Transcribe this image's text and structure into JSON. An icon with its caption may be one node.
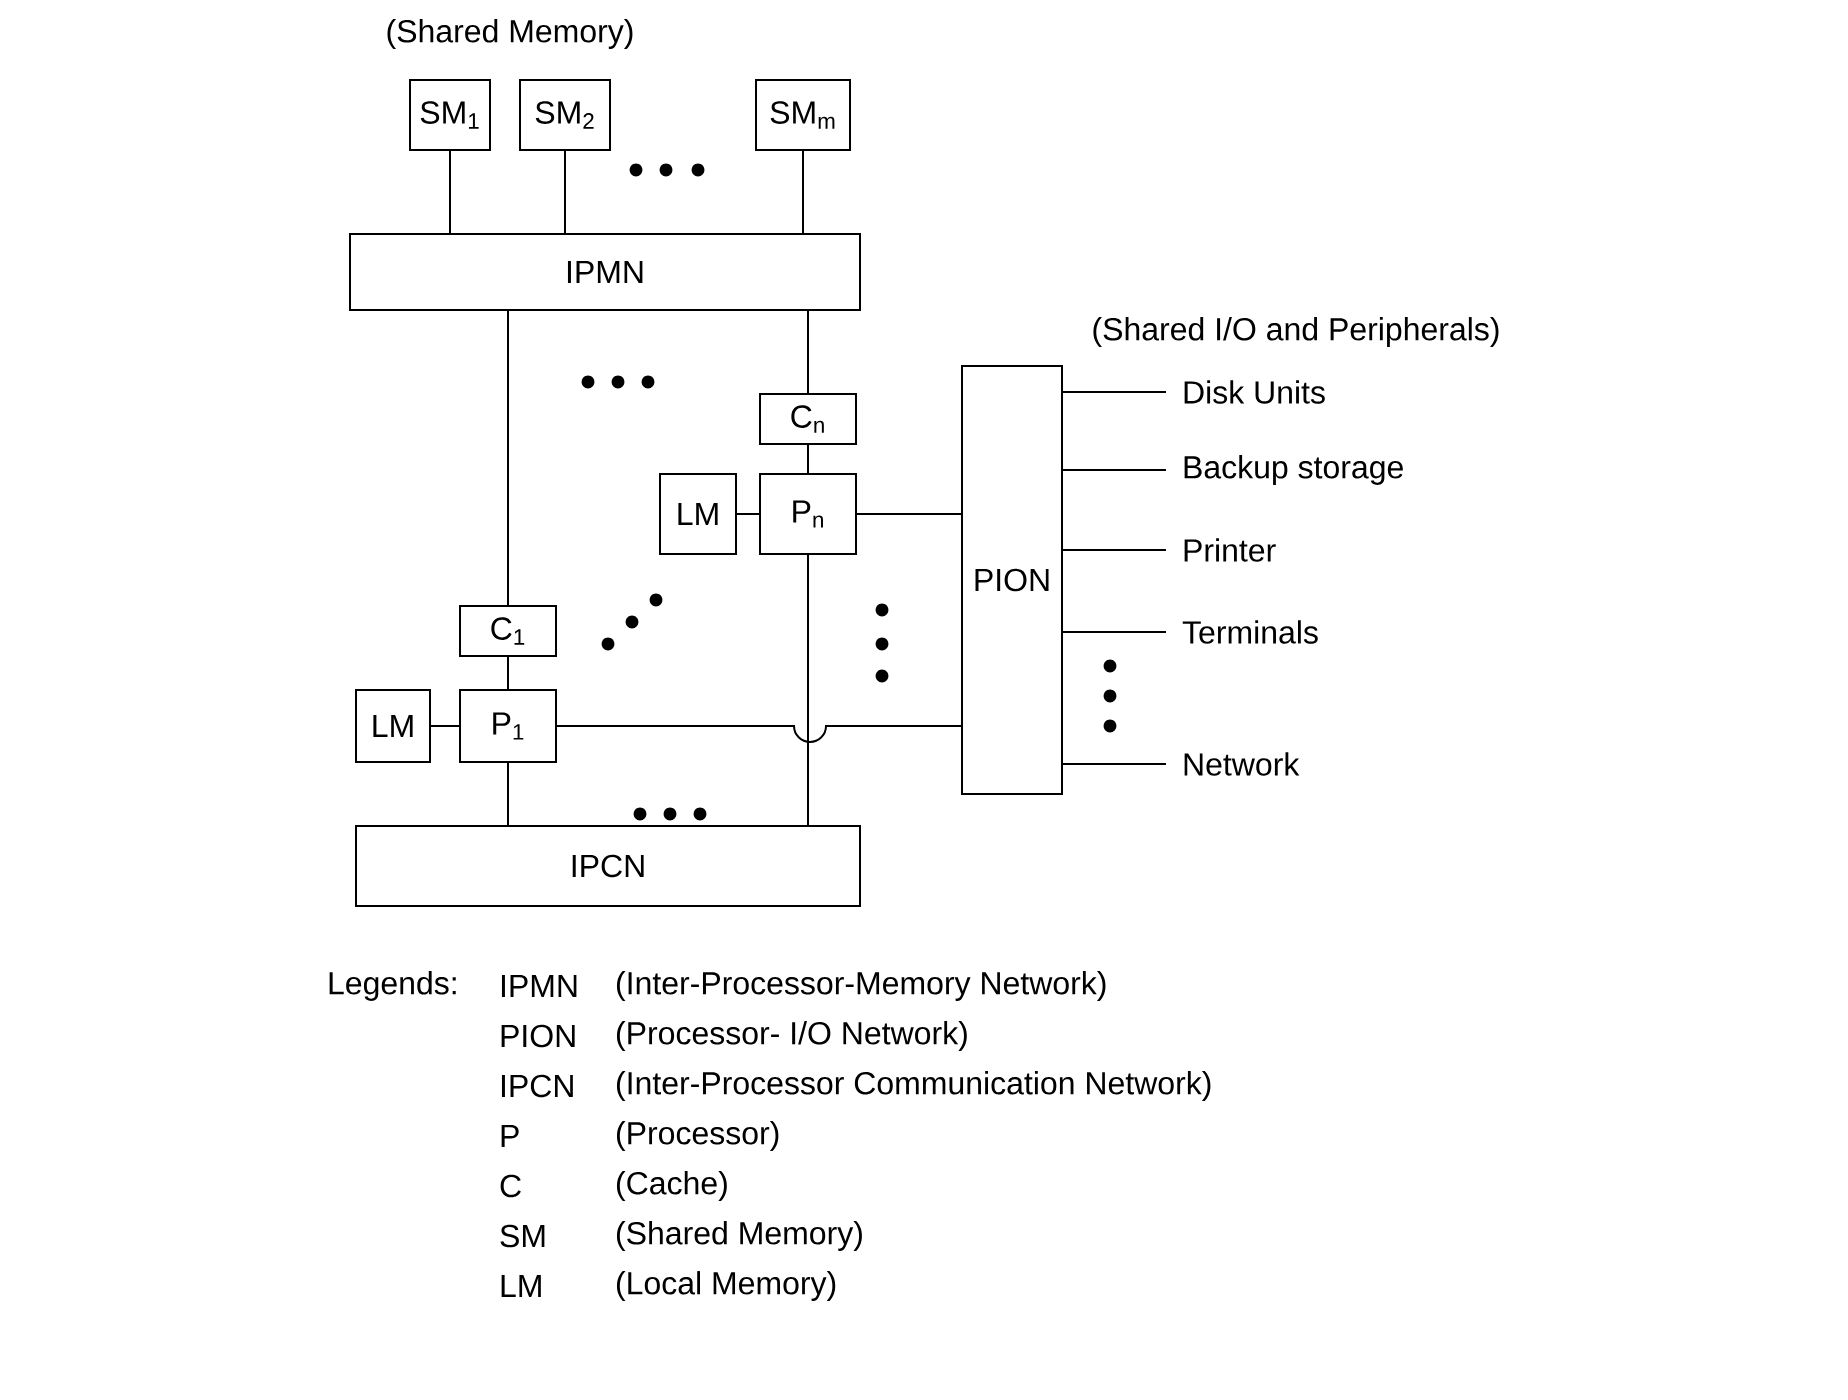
{
  "diagram": {
    "nodes": [
      {
        "text": [
          "SM$_{1}$"
        ]
      },
      {
        "text": [
          "SM$_{2}$"
        ]
      },
      {
        "text": [
          "SM$_{m}$"
        ]
      },
      {
        "text": [
          "IPMN"
        ]
      },
      {
        "text": [
          "C$_{n}$"
        ]
      },
      {
        "text": [
          "LM"
        ]
      },
      {
        "text": [
          "P$_{n}$"
        ]
      },
      {
        "text": [
          "C$_{1}$"
        ]
      },
      {
        "text": [
          "LM"
        ]
      },
      {
        "text": [
          "P$_{1}$"
        ]
      },
      {
        "text": [
          "IPCN"
        ]
      },
      {
        "text": [
          "PION"
        ]
      },
      {
        "text": [
          "Disk Units"
        ]
      },
      {
        "text": [
          "Backup storage"
        ]
      },
      {
        "text": [
          "Printer"
        ]
      },
      {
        "text": [
          "Terminals"
        ]
      },
      {
        "text": [
          "Network"
        ]
      }
    ],
    "edges": [
      {
        "from": 0,
        "to": 3,
        "arrow": "none"
      },
      {
        "from": 1,
        "to": 3,
        "arrow": "none"
      },
      {
        "from": 2,
        "to": 3,
        "arrow": "none"
      },
      {
        "from": 3,
        "to": 7,
        "arrow": "none"
      },
      {
        "from": 3,
        "to": 4,
        "arrow": "none"
      },
      {
        "from": 4,
        "to": 6,
        "arrow": "none"
      },
      {
        "from": 5,
        "to": 6,
        "arrow": "none"
      },
      {
        "from": 7,
        "to": 9,
        "arrow": "none"
      },
      {
        "from": 8,
        "to": 9,
        "arrow": "none"
      },
      {
        "from": 9,
        "to": 10,
        "arrow": "none"
      },
      {
        "from": 6,
        "to": 10,
        "arrow": "none"
      },
      {
        "from": 6,
        "to": 11,
        "arrow": "none"
      },
      {
        "from": 9,
        "to": 11,
        "arrow": "none"
      },
      {
        "from": 11,
        "to": 12,
        "arrow": "none"
      },
      {
        "from": 11,
        "to": 13,
        "arrow": "none"
      },
      {
        "from": 11,
        "to": 14,
        "arrow": "none"
      },
      {
        "from": 11,
        "to": 15,
        "arrow": "none"
      },
      {
        "from": 11,
        "to": 16,
        "arrow": "none"
      }
    ],
    "labels": [
      "(Shared Memory)",
      "(Shared I/O and Peripherals)",
      "Legends:",
      "IPMN",
      "(Inter-Processor-Memory Network)",
      "PION",
      "(Processor- I/O Network)",
      "IPCN",
      "(Inter-Processor Communication Network)",
      "P",
      "(Processor)",
      "C",
      "(Cache)",
      "SM",
      "(Shared Memory)",
      "LM",
      "(Local Memory)"
    ]
  }
}
